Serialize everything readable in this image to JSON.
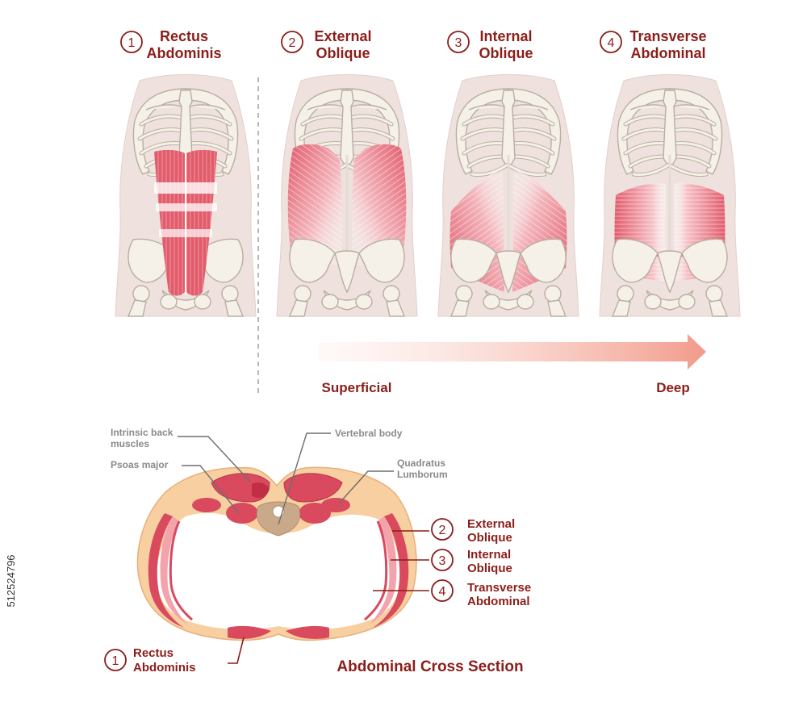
{
  "top_labels": [
    {
      "num": "1",
      "line1": "Rectus",
      "line2": "Abdominis"
    },
    {
      "num": "2",
      "line1": "External",
      "line2": "Oblique"
    },
    {
      "num": "3",
      "line1": "Internal",
      "line2": "Oblique"
    },
    {
      "num": "4",
      "line1": "Transverse",
      "line2": "Abdominal"
    }
  ],
  "depth_scale": {
    "left": "Superficial",
    "right": "Deep"
  },
  "cross_section": {
    "title": "Abdominal Cross Section",
    "annotations": {
      "intrinsic_back": [
        "Intrinsic back",
        "muscles"
      ],
      "psoas": "Psoas major",
      "vertebral": "Vertebral body",
      "quadratus": [
        "Quadratus",
        "Lumborum"
      ]
    },
    "side_labels": [
      {
        "num": "2",
        "line1": "External",
        "line2": "Oblique"
      },
      {
        "num": "3",
        "line1": "Internal",
        "line2": "Oblique"
      },
      {
        "num": "4",
        "line1": "Transverse",
        "line2": "Abdominal"
      }
    ],
    "bottom_label": {
      "num": "1",
      "line1": "Rectus",
      "line2": "Abdominis"
    }
  },
  "stock_id": "512524796",
  "colors": {
    "label_red": "#8b1e1a",
    "muscle": "#e56a78",
    "muscle_dark": "#c94a5c",
    "torso": "#efe2de",
    "bone": "#f6f1e8",
    "fat": "#f7cfa0",
    "arrow": "#f29a8a"
  }
}
